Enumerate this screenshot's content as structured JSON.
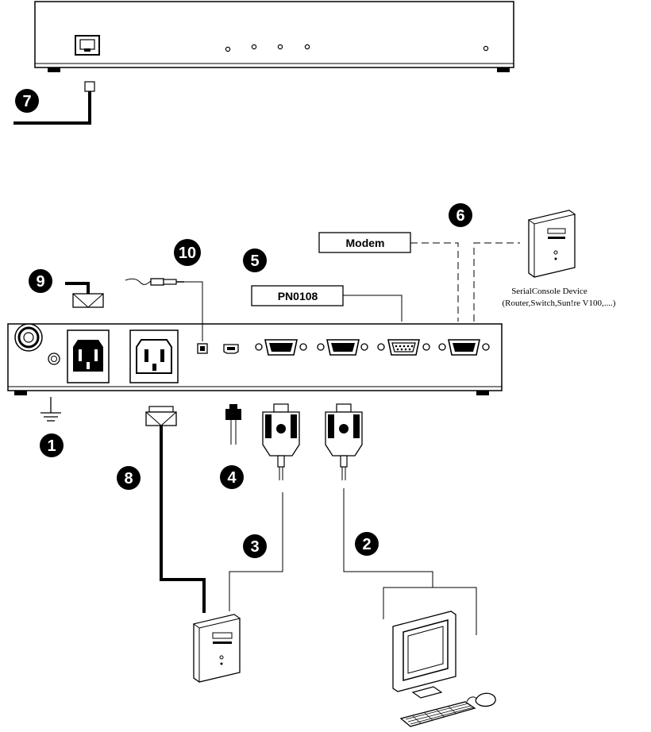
{
  "labels": {
    "modem": "Modem",
    "pn": "PN0108",
    "serial_device_line1": "SerialConsole Device",
    "serial_device_line2": "(Router,Switch,Sun!re V100,....)"
  },
  "callouts": {
    "c1": "1",
    "c2": "2",
    "c3": "3",
    "c4": "4",
    "c5": "5",
    "c6": "6",
    "c7": "7",
    "c8": "8",
    "c9": "9",
    "c10": "10"
  },
  "icons": [
    "rj45-port-icon",
    "led-icon",
    "power-switch-icon",
    "ground-terminal-icon",
    "power-socket-icon",
    "power-outlet-icon",
    "dc-jack-icon",
    "mini-usb-port-icon",
    "vga-port-icon",
    "db9-port-icon",
    "vga-cable-icon",
    "usb-plug-icon",
    "power-cord-plug-icon",
    "tower-pc-icon",
    "monitor-icon",
    "keyboard-icon",
    "mouse-icon",
    "audio-plug-icon"
  ]
}
